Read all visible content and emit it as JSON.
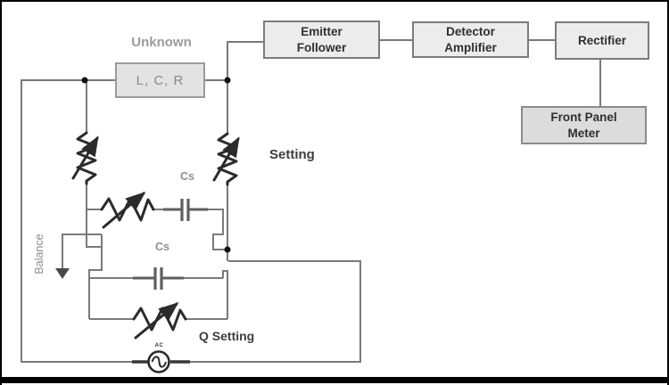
{
  "diagram": {
    "title_hint": "Q-meter / LCR measurement block diagram",
    "blocks": {
      "emitter_follower": "Emitter\nFollower",
      "detector_amplifier": "Detector\nAmplifier",
      "rectifier": "Rectifier",
      "front_panel_meter": "Front Panel\nMeter"
    },
    "labels": {
      "unknown": "Unknown",
      "lcr": "L, C, R",
      "setting": "Setting",
      "q_setting": "Q Setting",
      "balance": "Balance",
      "cs_top": "Cs",
      "cs_mid": "Cs",
      "ac_source": "AC"
    },
    "colors": {
      "wire": "#7a7a7a",
      "component_stroke": "#2b2b2b",
      "capacitor_stroke": "#5f5f5f",
      "block_fill": "#ececec",
      "meter_fill": "#dcdcdc",
      "block_border": "#7b7b7b",
      "block_text": "#2f2f2f",
      "gray_text": "#9b9b9b",
      "frame_border": "#000000"
    }
  }
}
